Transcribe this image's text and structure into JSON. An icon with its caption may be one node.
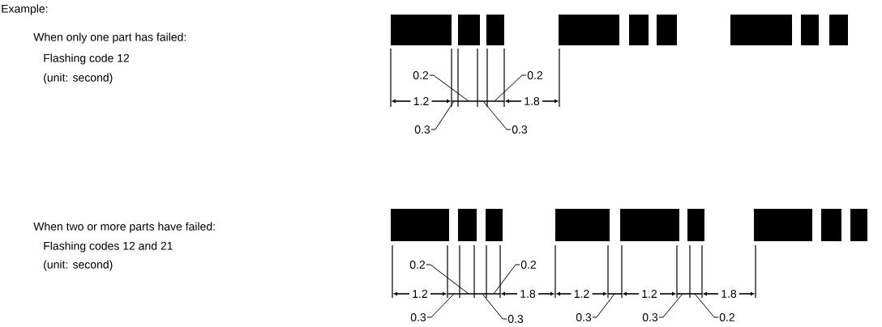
{
  "diagram": {
    "nodes": [
      {
        "text": [
          "0.2"
        ]
      },
      {
        "text": [
          "0.2"
        ]
      },
      {
        "text": [
          "0.3"
        ]
      },
      {
        "text": [
          "0.3"
        ]
      },
      {
        "text": [
          "0.2"
        ]
      },
      {
        "text": [
          "0.2"
        ]
      },
      {
        "text": [
          "0.3"
        ]
      },
      {
        "text": [
          "0.3"
        ]
      },
      {
        "text": [
          "0.3"
        ]
      },
      {
        "text": [
          "0.3"
        ]
      },
      {
        "text": [
          "0.2"
        ]
      }
    ],
    "edges": [
      {
        "from": 0,
        "to": null,
        "arrow": "none"
      },
      {
        "from": 1,
        "to": null,
        "arrow": "none"
      },
      {
        "from": 2,
        "to": null,
        "arrow": "none"
      },
      {
        "from": 3,
        "to": null,
        "arrow": "none"
      },
      {
        "from": 4,
        "to": null,
        "arrow": "none"
      },
      {
        "from": 5,
        "to": null,
        "arrow": "none"
      },
      {
        "from": 6,
        "to": null,
        "arrow": "none"
      },
      {
        "from": 7,
        "to": null,
        "arrow": "none"
      },
      {
        "from": 8,
        "to": null,
        "arrow": "none"
      },
      {
        "from": 9,
        "to": null,
        "arrow": "none"
      },
      {
        "from": 10,
        "to": null,
        "arrow": "none"
      }
    ],
    "labels": [
      "Example:",
      "When only one part has failed:",
      "Flashing code 12",
      "(unit: second)",
      "1.2",
      "1.8",
      "When two or more parts have failed:",
      "Flashing codes 12 and 21",
      "(unit: second)",
      "1.2",
      "1.8",
      "1.2",
      "1.2",
      "1.8"
    ]
  }
}
